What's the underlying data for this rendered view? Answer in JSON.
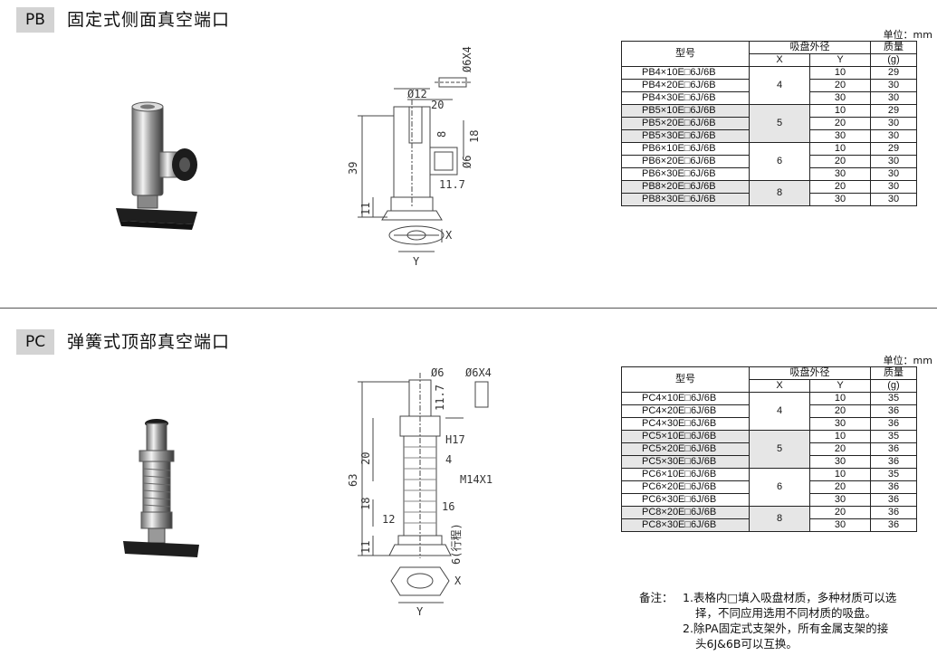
{
  "unit_label": "单位：mm",
  "sections": [
    {
      "code": "PB",
      "title": "固定式侧面真空端口",
      "headers": {
        "model": "型号",
        "pad_dia": "吸盘外径",
        "x": "X",
        "y": "Y",
        "mass": "质量",
        "mass_unit": "(g)"
      },
      "dims": {
        "tube": "Ø6X4",
        "body": "Ø12",
        "w20": "20",
        "h8": "8",
        "h18": "18",
        "port": "Ø6",
        "w117": "11.7",
        "h39": "39",
        "h11": "11",
        "x": "X",
        "y": "Y"
      },
      "rows": [
        {
          "model": "PB4×10E□6J/6B",
          "x": "4",
          "y": "10",
          "mass": "29"
        },
        {
          "model": "PB4×20E□6J/6B",
          "x": "4",
          "y": "20",
          "mass": "30"
        },
        {
          "model": "PB4×30E□6J/6B",
          "x": "4",
          "y": "30",
          "mass": "30"
        },
        {
          "model": "PB5×10E□6J/6B",
          "x": "5",
          "y": "10",
          "mass": "29"
        },
        {
          "model": "PB5×20E□6J/6B",
          "x": "5",
          "y": "20",
          "mass": "30"
        },
        {
          "model": "PB5×30E□6J/6B",
          "x": "5",
          "y": "30",
          "mass": "30"
        },
        {
          "model": "PB6×10E□6J/6B",
          "x": "6",
          "y": "10",
          "mass": "29"
        },
        {
          "model": "PB6×20E□6J/6B",
          "x": "6",
          "y": "20",
          "mass": "30"
        },
        {
          "model": "PB6×30E□6J/6B",
          "x": "6",
          "y": "30",
          "mass": "30"
        },
        {
          "model": "PB8×20E□6J/6B",
          "x": "8",
          "y": "20",
          "mass": "30"
        },
        {
          "model": "PB8×30E□6J/6B",
          "x": "8",
          "y": "30",
          "mass": "30"
        }
      ]
    },
    {
      "code": "PC",
      "title": "弹簧式顶部真空端口",
      "headers": {
        "model": "型号",
        "pad_dia": "吸盘外径",
        "x": "X",
        "y": "Y",
        "mass": "质量",
        "mass_unit": "(g)"
      },
      "dims": {
        "port": "Ø6",
        "tube": "Ø6X4",
        "h117": "11.7",
        "hex": "H17",
        "h20": "20",
        "h4": "4",
        "thread": "M14X1",
        "h63": "63",
        "h18": "18",
        "w12": "12",
        "w16": "16",
        "h11": "11",
        "stroke": "6(行程)",
        "x": "X",
        "y": "Y"
      },
      "rows": [
        {
          "model": "PC4×10E□6J/6B",
          "x": "4",
          "y": "10",
          "mass": "35"
        },
        {
          "model": "PC4×20E□6J/6B",
          "x": "4",
          "y": "20",
          "mass": "36"
        },
        {
          "model": "PC4×30E□6J/6B",
          "x": "4",
          "y": "30",
          "mass": "36"
        },
        {
          "model": "PC5×10E□6J/6B",
          "x": "5",
          "y": "10",
          "mass": "35"
        },
        {
          "model": "PC5×20E□6J/6B",
          "x": "5",
          "y": "20",
          "mass": "36"
        },
        {
          "model": "PC5×30E□6J/6B",
          "x": "5",
          "y": "30",
          "mass": "36"
        },
        {
          "model": "PC6×10E□6J/6B",
          "x": "6",
          "y": "10",
          "mass": "35"
        },
        {
          "model": "PC6×20E□6J/6B",
          "x": "6",
          "y": "20",
          "mass": "36"
        },
        {
          "model": "PC6×30E□6J/6B",
          "x": "6",
          "y": "30",
          "mass": "36"
        },
        {
          "model": "PC8×20E□6J/6B",
          "x": "8",
          "y": "20",
          "mass": "36"
        },
        {
          "model": "PC8×30E□6J/6B",
          "x": "8",
          "y": "30",
          "mass": "36"
        }
      ]
    }
  ],
  "notes": {
    "label": "备注：",
    "line1": "1.表格内□填入吸盘材质，多种材质可以选",
    "line1b": "择，不同应用选用不同材质的吸盘。",
    "line2": "2.除PA固定式支架外，所有金属支架的接",
    "line2b": "头6J&6B可以互换。"
  }
}
